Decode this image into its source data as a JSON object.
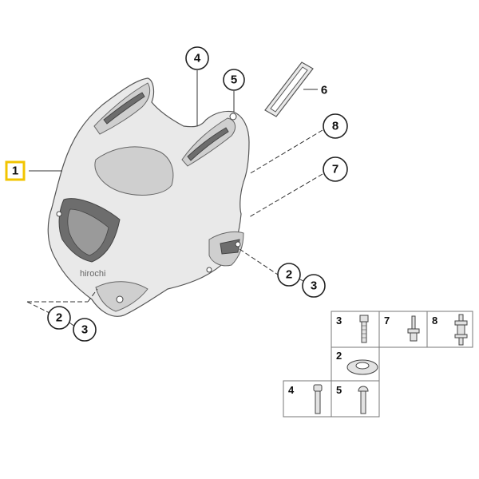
{
  "diagram": {
    "highlight_color": "#f2c400",
    "main_part": {
      "number": "1"
    },
    "callouts": {
      "c4_top": "4",
      "c5_top": "5",
      "c6": "6",
      "c8": "8",
      "c7": "7",
      "c2_right": "2",
      "c3_right": "3",
      "c2_left": "2",
      "c3_left": "3"
    },
    "watermark": "hirochi",
    "hardware_table": {
      "cells": [
        {
          "label": "3",
          "icon": "bolt-icon"
        },
        {
          "label": "7",
          "icon": "screw-icon"
        },
        {
          "label": "8",
          "icon": "stud-icon"
        },
        {
          "label": "2",
          "icon": "washer-icon"
        },
        {
          "label": "4",
          "icon": "pin-icon"
        },
        {
          "label": "5",
          "icon": "rivet-icon"
        }
      ]
    }
  }
}
